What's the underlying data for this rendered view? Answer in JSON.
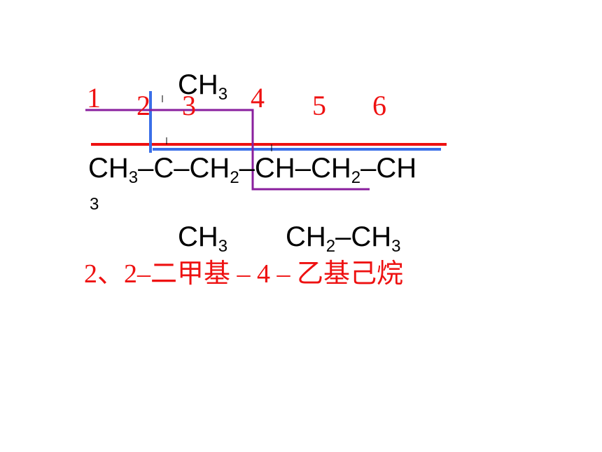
{
  "colors": {
    "red": "#ee1111",
    "blue": "#3a6fe8",
    "purple": "#8a1f9e",
    "text": "#000000"
  },
  "labels": {
    "n1": "1",
    "n2": "2",
    "n3": "3",
    "n4": "4",
    "n5": "5",
    "n6": "6"
  },
  "formula": {
    "top_ch": "CH",
    "top_sub": "3",
    "main_ch3": "CH",
    "main_ch3_sub": "3",
    "dash_c": "–C–",
    "ch2a": "CH",
    "ch2a_sub": "2",
    "dash_ch": "–CH–",
    "ch2b": "CH",
    "ch2b_sub": "2",
    "dash_end": "–CH",
    "wrap_3": "3",
    "bot_ch": "CH",
    "bot_sub": "3",
    "eth_ch": "CH",
    "eth_sub": "2",
    "eth_dash": "–CH",
    "eth_sub2": "3"
  },
  "name": "2、2–二甲基 – 4 – 乙基己烷"
}
